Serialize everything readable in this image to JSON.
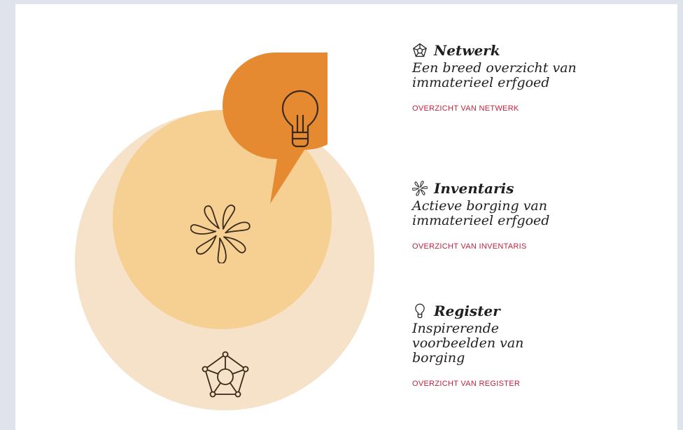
{
  "colors": {
    "background": "#dfe3ec",
    "outer_circle": "#f6e2c8",
    "inner_circle": "#f6cf92",
    "speech_bubble": "#e68a31",
    "link": "#c0223e",
    "text": "#1f1f1f"
  },
  "diagram": {
    "bubble_icon": "lightbulb-icon",
    "inner_icon": "flower-icon",
    "outer_icon": "network-icon"
  },
  "items": [
    {
      "icon": "network-icon",
      "title": "Netwerk",
      "description": "Een breed overzicht van immaterieel erfgoed",
      "link": "OVERZICHT VAN NETWERK"
    },
    {
      "icon": "flower-icon",
      "title": "Inventaris",
      "description": "Actieve borging van immaterieel erfgoed",
      "link": "OVERZICHT VAN INVENTARIS"
    },
    {
      "icon": "lightbulb-icon",
      "title": "Register",
      "description": "Inspirerende voorbeelden van borging",
      "link": "OVERZICHT VAN REGISTER"
    }
  ]
}
